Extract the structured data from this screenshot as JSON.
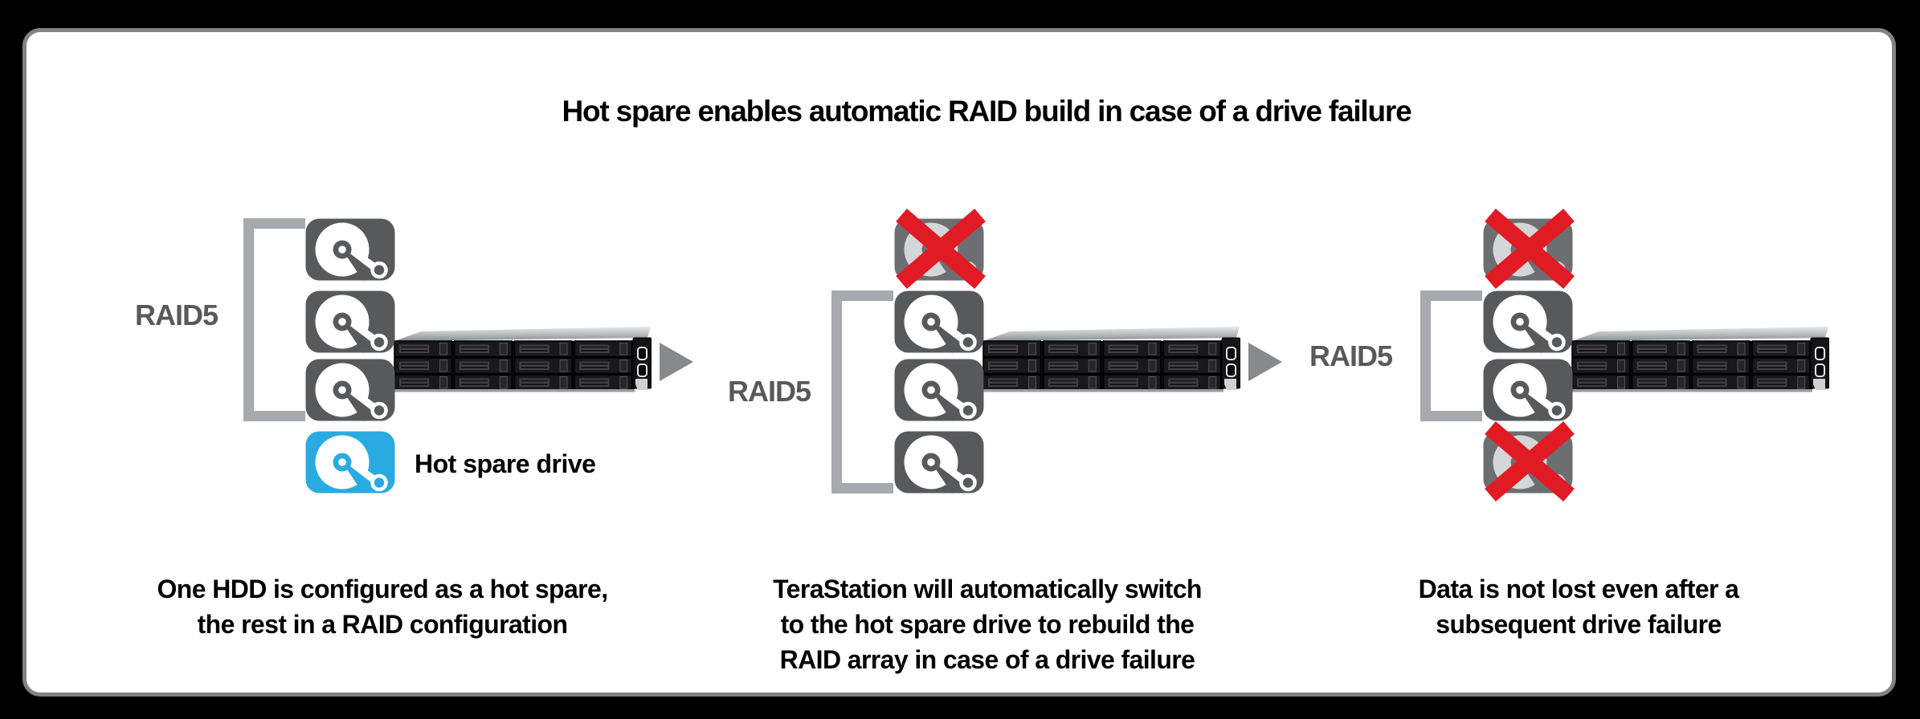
{
  "title": "Hot spare enables automatic RAID build in case of a drive failure",
  "colors": {
    "background": "#000000",
    "card_border": "#808285",
    "text": "#000000",
    "raid_label": "#58595b",
    "bracket": "#a7a9ac",
    "drive_ok": "#58595b",
    "drive_hot_spare": "#29abe2",
    "drive_failed": "#6d6e71",
    "drive_failed_platter": "#d5d6d8",
    "failure_x": "#e01b24",
    "arrow": "#87898c"
  },
  "panels": [
    {
      "raid_label": "RAID5",
      "drives": [
        "ok",
        "ok",
        "ok",
        "hot_spare"
      ],
      "bracket_rows": [
        0,
        2
      ],
      "hot_spare_label": "Hot spare drive",
      "device": "TeraStation 12-bay rackmount",
      "arrow_after": true,
      "caption": "One HDD is configured as a hot spare,\nthe rest in a RAID configuration"
    },
    {
      "raid_label": "RAID5",
      "drives": [
        "failed",
        "ok",
        "ok",
        "ok"
      ],
      "bracket_rows": [
        1,
        3
      ],
      "device": "TeraStation 12-bay rackmount",
      "arrow_after": true,
      "caption": "TeraStation will automatically switch\nto the hot spare drive to rebuild the\nRAID array in case of a drive failure"
    },
    {
      "raid_label": "RAID5",
      "drives": [
        "failed",
        "ok",
        "ok",
        "failed"
      ],
      "bracket_rows": [
        1,
        2
      ],
      "device": "TeraStation 12-bay rackmount",
      "arrow_after": false,
      "caption": "Data is not lost even after a\nsubsequent drive failure"
    }
  ]
}
